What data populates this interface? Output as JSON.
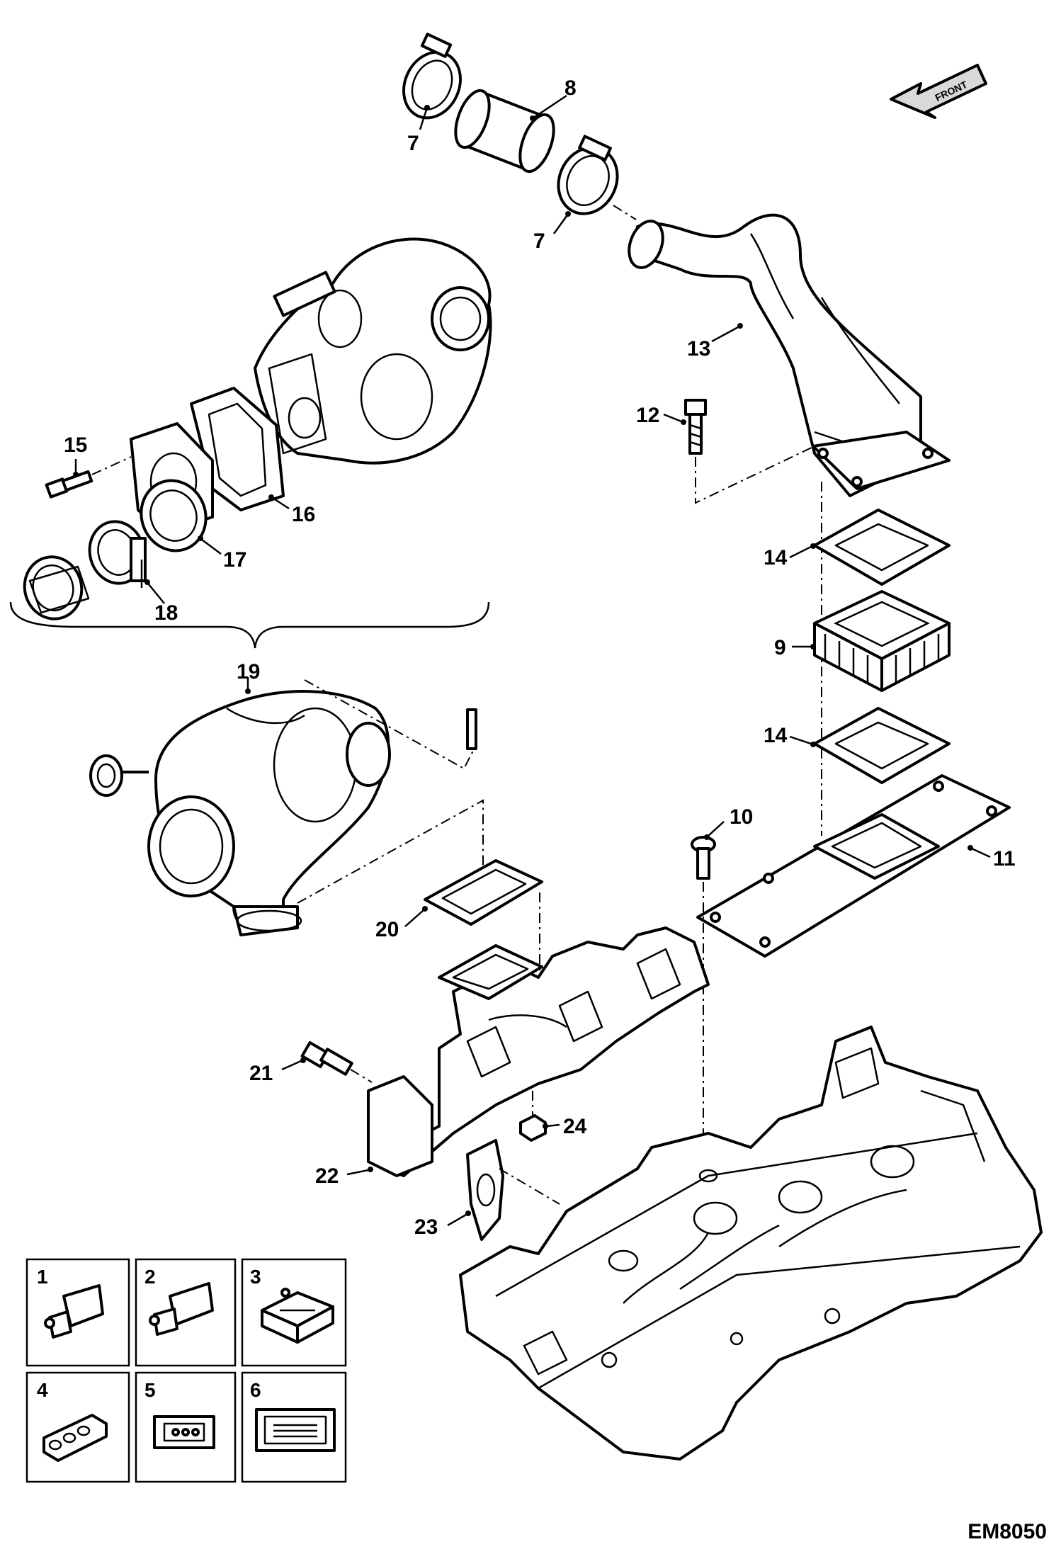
{
  "figure_id": "EM8050",
  "front_arrow_label": "FRONT",
  "callouts": {
    "c7a": "7",
    "c8": "8",
    "c7b": "7",
    "c13": "13",
    "c12": "12",
    "c15": "15",
    "c16": "16",
    "c17": "17",
    "c18": "18",
    "c19": "19",
    "c14a": "14",
    "c9": "9",
    "c14b": "14",
    "c10": "10",
    "c11": "11",
    "c20": "20",
    "c21": "21",
    "c24": "24",
    "c22": "22",
    "c23": "23"
  },
  "legend_boxes": [
    "1",
    "2",
    "3",
    "4",
    "5",
    "6"
  ],
  "colors": {
    "ink": "#000000",
    "paper": "#ffffff",
    "shade": "#d9d9d9"
  }
}
